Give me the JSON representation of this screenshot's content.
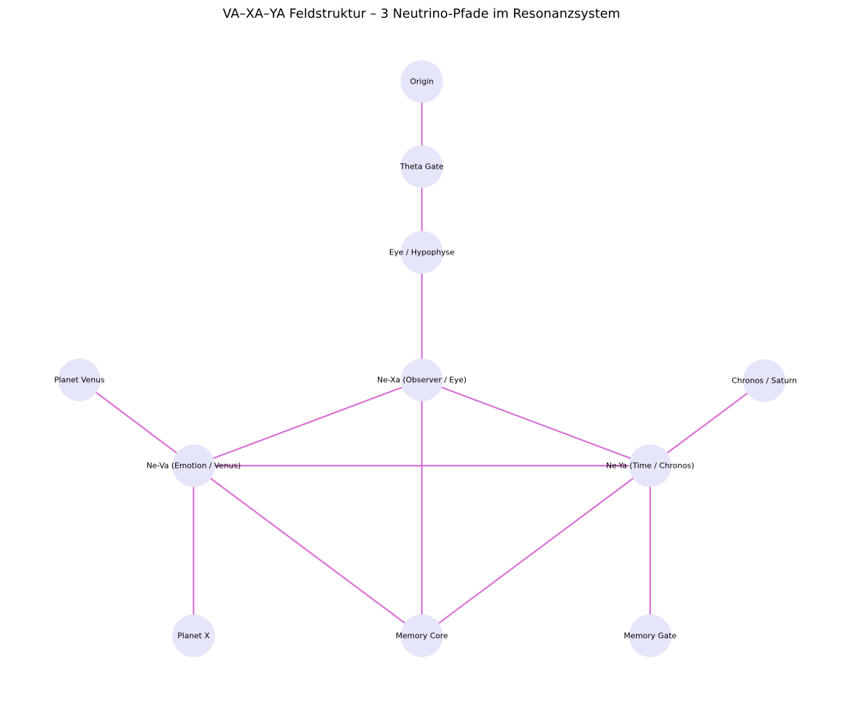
{
  "title": "VA–XA–YA Feldstruktur – 3 Neutrino-Pfade im Resonanzsystem",
  "colors": {
    "edge": "#da70d6",
    "node_fill": "#e6e6fa",
    "background": "#ffffff",
    "text": "#000000"
  },
  "nodes": [
    {
      "id": "origin",
      "label": "Origin"
    },
    {
      "id": "theta_gate",
      "label": "Theta Gate"
    },
    {
      "id": "eye_hypophyse",
      "label": "Eye / Hypophyse"
    },
    {
      "id": "planet_venus",
      "label": "Planet Venus"
    },
    {
      "id": "ne_xa",
      "label": "Ne-Xa (Observer / Eye)"
    },
    {
      "id": "chronos_saturn",
      "label": "Chronos / Saturn"
    },
    {
      "id": "ne_va",
      "label": "Ne-Va (Emotion / Venus)"
    },
    {
      "id": "ne_ya",
      "label": "Ne-Ya (Time / Chronos)"
    },
    {
      "id": "planet_x",
      "label": "Planet X"
    },
    {
      "id": "memory_core",
      "label": "Memory Core"
    },
    {
      "id": "memory_gate",
      "label": "Memory Gate"
    }
  ],
  "edges": [
    {
      "from": "origin",
      "to": "theta_gate"
    },
    {
      "from": "theta_gate",
      "to": "eye_hypophyse"
    },
    {
      "from": "eye_hypophyse",
      "to": "ne_xa"
    },
    {
      "from": "ne_xa",
      "to": "ne_va"
    },
    {
      "from": "ne_xa",
      "to": "ne_ya"
    },
    {
      "from": "ne_xa",
      "to": "memory_core"
    },
    {
      "from": "ne_va",
      "to": "ne_ya"
    },
    {
      "from": "planet_venus",
      "to": "ne_va"
    },
    {
      "from": "chronos_saturn",
      "to": "ne_ya"
    },
    {
      "from": "ne_va",
      "to": "planet_x"
    },
    {
      "from": "ne_va",
      "to": "memory_core"
    },
    {
      "from": "ne_ya",
      "to": "memory_core"
    },
    {
      "from": "ne_ya",
      "to": "memory_gate"
    }
  ]
}
